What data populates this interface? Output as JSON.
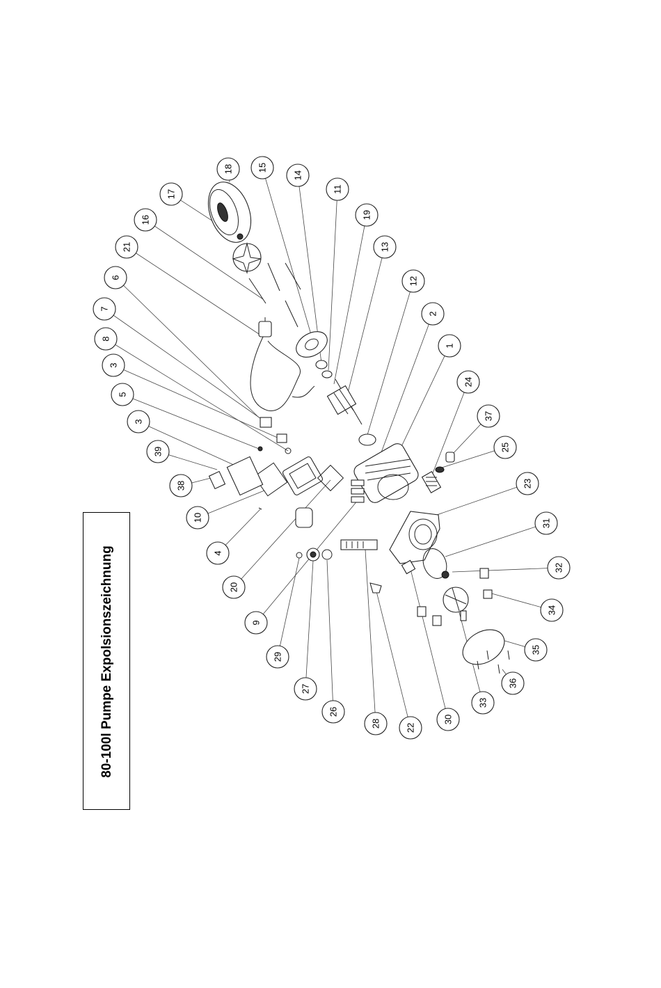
{
  "title": "80-100l Pumpe Expolsionszeichnung",
  "callouts": [
    {
      "label": "18"
    },
    {
      "label": "15"
    },
    {
      "label": "14"
    },
    {
      "label": "11"
    },
    {
      "label": "19"
    },
    {
      "label": "13"
    },
    {
      "label": "12"
    },
    {
      "label": "2"
    },
    {
      "label": "1"
    },
    {
      "label": "24"
    },
    {
      "label": "37"
    },
    {
      "label": "25"
    },
    {
      "label": "23"
    },
    {
      "label": "31"
    },
    {
      "label": "32"
    },
    {
      "label": "34"
    },
    {
      "label": "35"
    },
    {
      "label": "36"
    },
    {
      "label": "33"
    },
    {
      "label": "30"
    },
    {
      "label": "22"
    },
    {
      "label": "28"
    },
    {
      "label": "26"
    },
    {
      "label": "27"
    },
    {
      "label": "29"
    },
    {
      "label": "9"
    },
    {
      "label": "20"
    },
    {
      "label": "4"
    },
    {
      "label": "10"
    },
    {
      "label": "38"
    },
    {
      "label": "39"
    },
    {
      "label": "3"
    },
    {
      "label": "5"
    },
    {
      "label": "3"
    },
    {
      "label": "8"
    },
    {
      "label": "7"
    },
    {
      "label": "6"
    },
    {
      "label": "21"
    },
    {
      "label": "16"
    },
    {
      "label": "17"
    }
  ]
}
